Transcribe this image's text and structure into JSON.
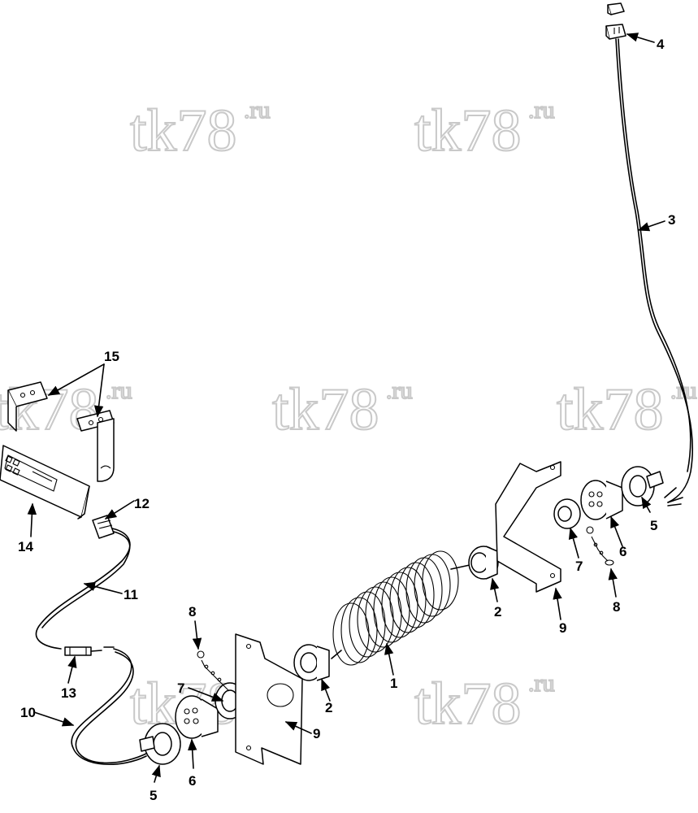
{
  "watermark": {
    "main": "tk78",
    "suffix": ".ru"
  },
  "callouts": [
    {
      "id": "c1",
      "label": "1"
    },
    {
      "id": "c2a",
      "label": "2"
    },
    {
      "id": "c2b",
      "label": "2"
    },
    {
      "id": "c3",
      "label": "3"
    },
    {
      "id": "c4",
      "label": "4"
    },
    {
      "id": "c5a",
      "label": "5"
    },
    {
      "id": "c5b",
      "label": "5"
    },
    {
      "id": "c6a",
      "label": "6"
    },
    {
      "id": "c6b",
      "label": "6"
    },
    {
      "id": "c7a",
      "label": "7"
    },
    {
      "id": "c7b",
      "label": "7"
    },
    {
      "id": "c8a",
      "label": "8"
    },
    {
      "id": "c8b",
      "label": "8"
    },
    {
      "id": "c9a",
      "label": "9"
    },
    {
      "id": "c9b",
      "label": "9"
    },
    {
      "id": "c10",
      "label": "10"
    },
    {
      "id": "c11",
      "label": "11"
    },
    {
      "id": "c12",
      "label": "12"
    },
    {
      "id": "c13",
      "label": "13"
    },
    {
      "id": "c14",
      "label": "14"
    },
    {
      "id": "c15",
      "label": "15"
    }
  ],
  "colors": {
    "line": "#000000",
    "watermark_outline": "#c9c9c9",
    "background": "#ffffff"
  }
}
